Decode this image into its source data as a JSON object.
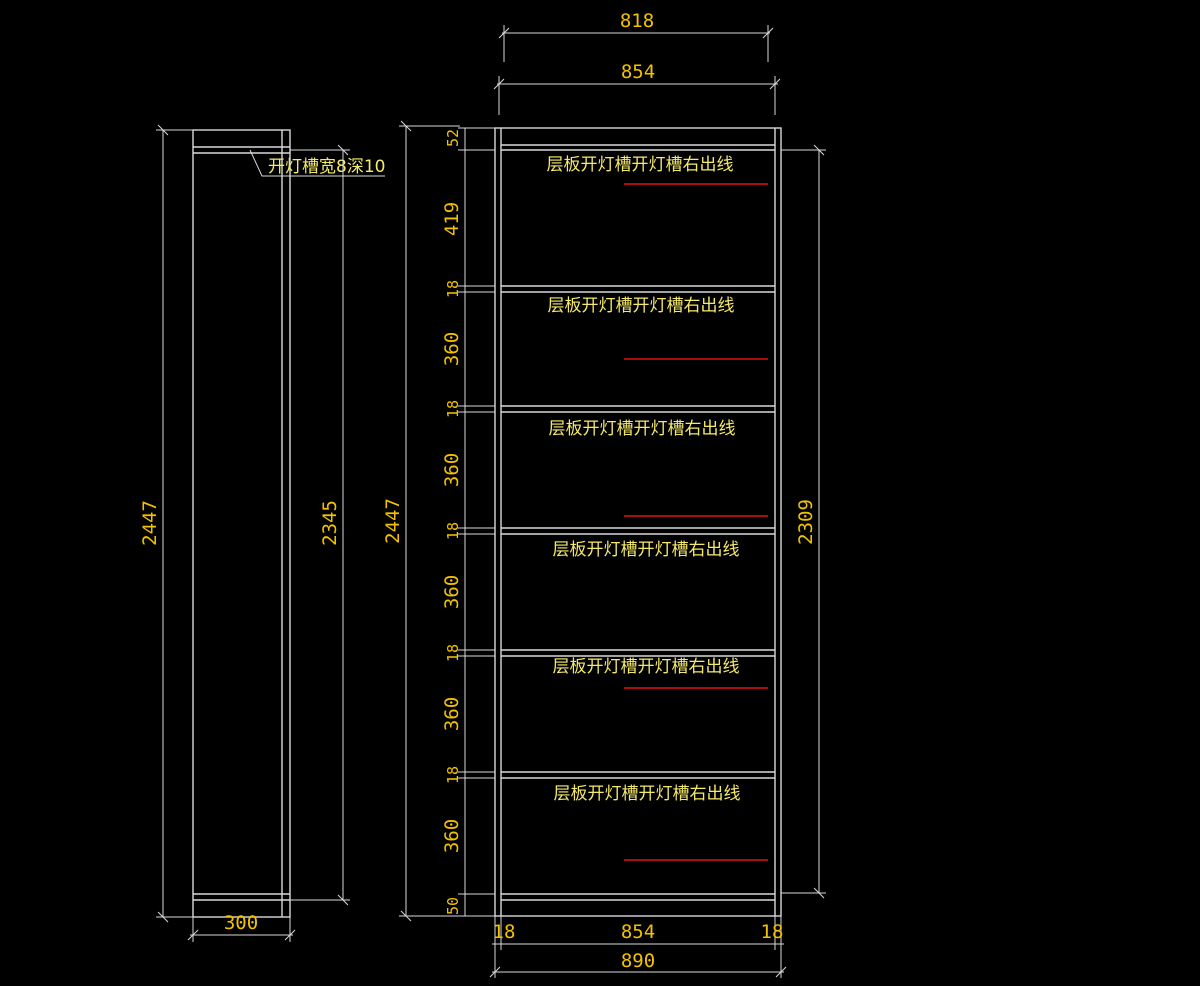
{
  "colors": {
    "background": "#000000",
    "outline": "#d9d9d9",
    "dimension_text": "#f2c200",
    "annotation_text": "#f5e96a",
    "light_line": "#e01010"
  },
  "side_view": {
    "width_label": "300",
    "outer_height_label": "2447",
    "inner_height_label": "2345",
    "groove_note": "开灯槽宽8深10"
  },
  "front_view": {
    "top_width_outer": "854",
    "top_width_inner": "818",
    "left_height_label": "2447",
    "right_height_label": "2309",
    "vertical_segments": [
      "52",
      "419",
      "18",
      "360",
      "18",
      "360",
      "18",
      "360",
      "18",
      "360",
      "18",
      "360",
      "50"
    ],
    "bottom_dims": [
      "18",
      "854",
      "18"
    ],
    "total_width": "890",
    "shelf_notes": [
      "层板开灯槽开灯槽右出线",
      "层板开灯槽开灯槽右出线",
      "层板开灯槽开灯槽右出线",
      "层板开灯槽开灯槽右出线",
      "层板开灯槽开灯槽右出线",
      "层板开灯槽开灯槽右出线"
    ]
  }
}
